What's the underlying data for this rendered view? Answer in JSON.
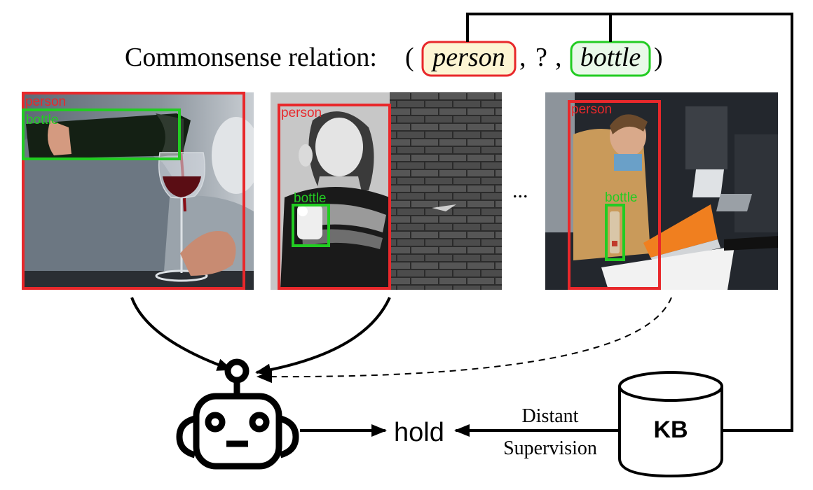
{
  "title": {
    "prefix": "Commonsense relation:",
    "open_paren": "(",
    "subject": "person",
    "sep1": ",",
    "unknown": "?",
    "sep2": ",",
    "object": "bottle",
    "close_paren": ")"
  },
  "images": [
    {
      "labels": {
        "person": "person",
        "bottle": "bottle"
      }
    },
    {
      "labels": {
        "person": "person",
        "bottle": "bottle"
      }
    },
    {
      "labels": {
        "person": "person",
        "bottle": "bottle"
      }
    }
  ],
  "ellipsis": "...",
  "prediction": "hold",
  "supervision": {
    "line1": "Distant",
    "line2": "Supervision"
  },
  "kb_label": "KB",
  "colors": {
    "person_box": "#e8282b",
    "bottle_box": "#22cc22",
    "person_fill": "#fdf5d3",
    "bottle_fill": "#e9f9e9",
    "ink": "#000000"
  }
}
